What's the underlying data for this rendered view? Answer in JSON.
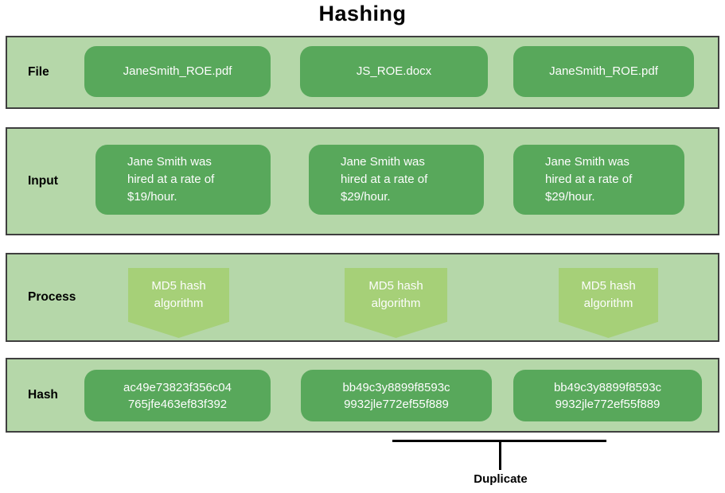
{
  "title": "Hashing",
  "colors": {
    "band_bg": "#b5d7a9",
    "band_border": "#3f3f3f",
    "box_fill": "#58a85b",
    "arrow_fill": "#a6d078",
    "box_text": "#fdfdfd",
    "label_text": "#000000",
    "bracket": "#000000"
  },
  "rows": {
    "file": {
      "label": "File",
      "boxes": [
        "JaneSmith_ROE.pdf",
        "JS_ROE.docx",
        "JaneSmith_ROE.pdf"
      ]
    },
    "input": {
      "label": "Input",
      "boxes": [
        {
          "l1": "Jane Smith was",
          "l2": "hired at a rate of",
          "l3": "$19/hour."
        },
        {
          "l1": "Jane Smith was",
          "l2": "hired at a rate of",
          "l3": "$29/hour."
        },
        {
          "l1": "Jane Smith was",
          "l2": "hired at a rate of",
          "l3": "$29/hour."
        }
      ]
    },
    "process": {
      "label": "Process",
      "boxes": [
        {
          "l1": "MD5 hash",
          "l2": "algorithm"
        },
        {
          "l1": "MD5 hash",
          "l2": "algorithm"
        },
        {
          "l1": "MD5 hash",
          "l2": "algorithm"
        }
      ]
    },
    "hash": {
      "label": "Hash",
      "boxes": [
        {
          "l1": "ac49e73823f356c04",
          "l2": "765jfe463ef83f392"
        },
        {
          "l1": "bb49c3y8899f8593c",
          "l2": "9932jle772ef55f889"
        },
        {
          "l1": "bb49c3y8899f8593c",
          "l2": "9932jle772ef55f889"
        }
      ]
    }
  },
  "annotation": {
    "duplicate_label": "Duplicate"
  }
}
